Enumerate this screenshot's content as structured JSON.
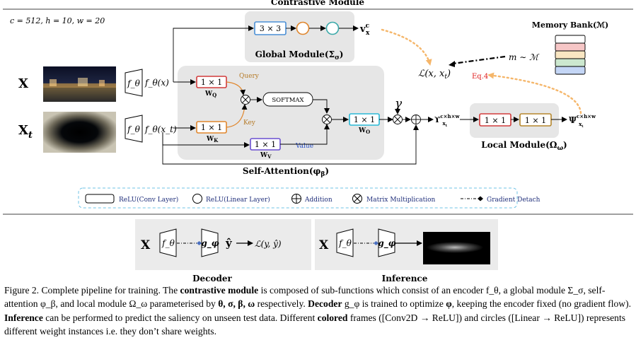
{
  "title": "Contrastive Module",
  "params": "c = 512, h = 10, w = 20",
  "inputs": {
    "x": "X",
    "xt": "X_t",
    "f": "f_θ",
    "fx": "f_θ(x)",
    "fxt": "f_θ(x_t)"
  },
  "global_module": {
    "conv": "3 × 3",
    "output": "v_x^c",
    "label": "Global Module(Σ_σ)"
  },
  "self_attention": {
    "query_conv": "1 × 1",
    "query_w": "W_Q",
    "query": "Query",
    "key_conv": "1 × 1",
    "key_w": "W_K",
    "key": "Key",
    "value_conv": "1 × 1",
    "value_w": "W_V",
    "value": "Value",
    "softmax": "SOFTMAX",
    "out_conv": "1 × 1",
    "out_w": "W_O",
    "label": "Self-Attention(φ_β)",
    "gamma": "γ"
  },
  "upsilon": "ϒ_xt^(c×h×w)",
  "local_module": {
    "conv1": "1 × 1",
    "conv2": "1 × 1",
    "output": "Ψ_xt^(c×h×w)",
    "label": "Local Module(Ω_ω)"
  },
  "memory_bank": {
    "label": "Memory Bank(ℳ)",
    "sample": "m ∼ ℳ",
    "slot_colors": [
      "#ffffff",
      "#f6c6c6",
      "#f9e6c2",
      "#cce8cf",
      "#c4d6f6"
    ]
  },
  "loss": {
    "text": "ℒ(x, x_t)",
    "ref": "Eq.4"
  },
  "legend": {
    "relu_conv": "ReLU(Conv Layer)",
    "relu_linear": "ReLU(Linear Layer)",
    "addition": "Addition",
    "matmul": "Matrix Multiplication",
    "gradient_detach": "Gradient Detach"
  },
  "decoder_panel": {
    "x": "X",
    "f": "f_θ",
    "g": "g_φ",
    "yhat": "ŷ",
    "loss": "ℒ(y, ŷ)",
    "label": "Decoder"
  },
  "inference_panel": {
    "x": "X",
    "f": "f_θ",
    "g": "g_φ",
    "label": "Inference"
  },
  "caption": {
    "p1": "Figure 2. Complete pipeline for training. The ",
    "b1": "contrastive module",
    "p2": " is composed of sub-functions which consist of an encoder f_θ, a global module Σ_σ, self-attention φ_β, and local module Ω_ω parameterised by ",
    "b2": "θ, σ, β, ω",
    "p3": " respectively. ",
    "b3": "Decoder",
    "p4": " g_φ is trained to optimize ",
    "b4": "φ",
    "p5": ", keeping the encoder fixed (no gradient flow). ",
    "b5": "Inference",
    "p6": " can be performed to predict the saliency on unseen test data. Different ",
    "b6": "colored",
    "p7": " frames ([Conv2D → ReLU]) and circles ([Linear → ReLU]) represents different weight instances i.e. they don’t share weights."
  },
  "colors": {
    "blue_conv": "#4a8fd6",
    "orange_circle": "#e0862c",
    "teal_circle": "#3aa9a9",
    "red_conv": "#d23b3b",
    "cyan_conv": "#28b8d6",
    "purple_conv": "#6a4fd0",
    "dotted_arrow": "#f5b66a",
    "panel_bg": "#ebebeb",
    "eq_red": "#e02020"
  }
}
